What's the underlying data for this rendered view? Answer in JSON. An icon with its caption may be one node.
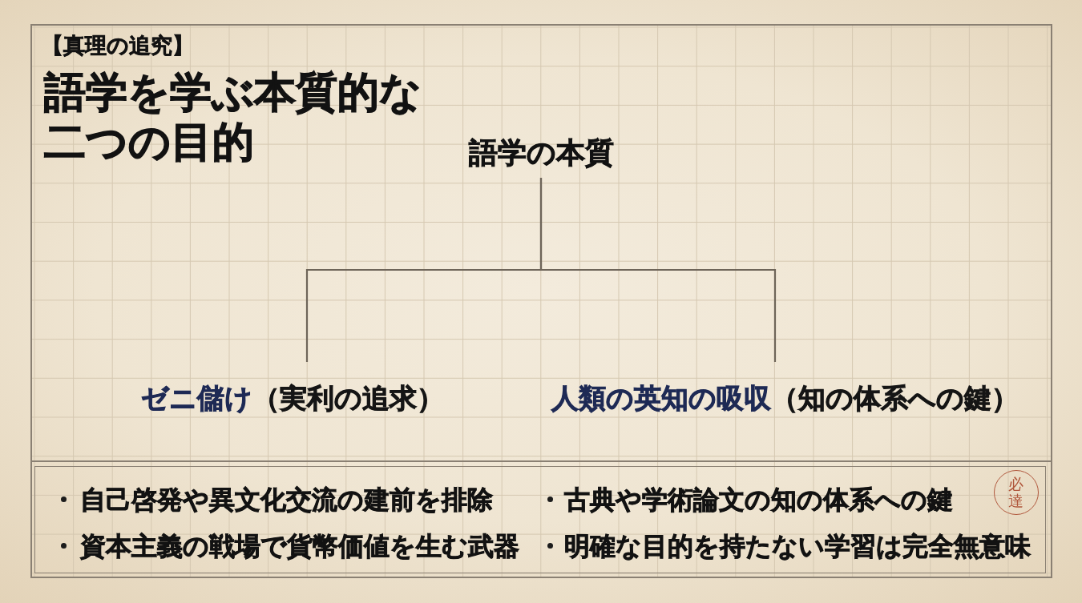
{
  "diagram": {
    "title": "語学を学ぶ本質的な二つの目的",
    "nodes": [
      {
        "text": [
          "語学の本質"
        ]
      },
      {
        "text": [
          "ゼニ儲け",
          "（実利の追求）"
        ]
      },
      {
        "text": [
          "人類の英知の吸収",
          "（知の体系への鍵）"
        ]
      },
      {
        "text": [
          "自己啓発や異文化交流の建前を排除",
          "資本主義の戦場で貨幣価値を生む武器",
          "古典や学術論文の知の体系への鍵",
          "明確な目的を持たない学習は完全無意味"
        ]
      },
      {
        "text": [
          "必達"
        ],
        "in": 3
      }
    ],
    "edges": [
      {
        "from": 0,
        "to": 1,
        "arrow": "none"
      },
      {
        "from": 0,
        "to": 2,
        "arrow": "none"
      }
    ],
    "labels": [
      "【真理の追究】"
    ]
  }
}
